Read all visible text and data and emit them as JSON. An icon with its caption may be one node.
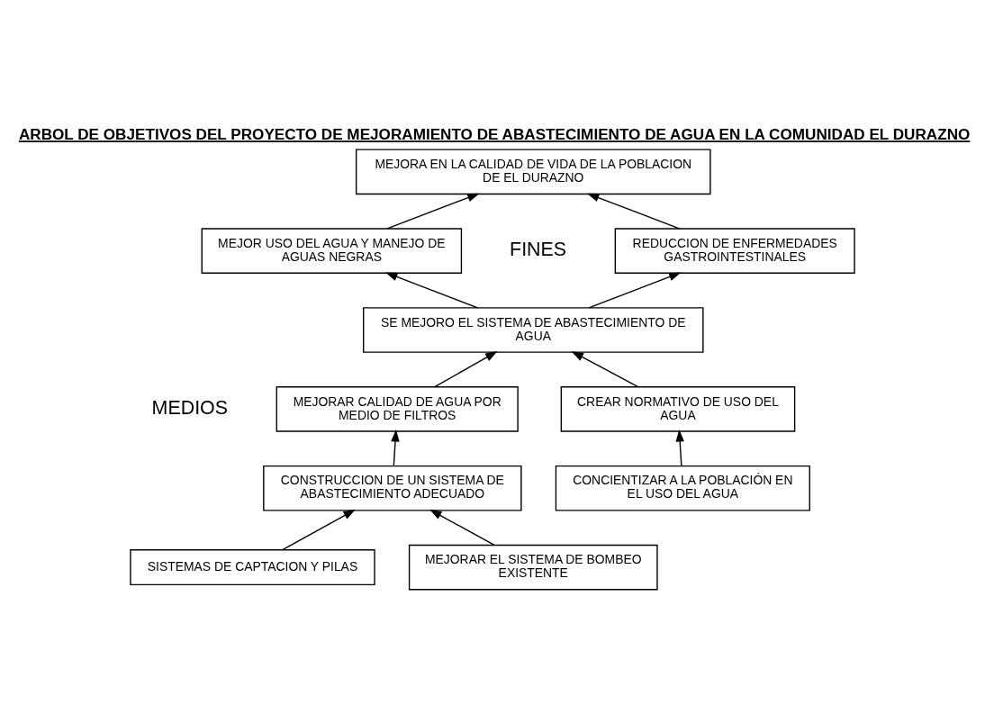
{
  "diagram": {
    "title": "ARBOL DE OBJETIVOS DEL PROYECTO DE MEJORAMIENTO DE ABASTECIMIENTO DE AGUA EN LA COMUNIDAD EL DURAZNO",
    "nodes": [
      {
        "text": [
          "MEJORA EN LA CALIDAD DE VIDA DE LA POBLACION DE EL DURAZNO"
        ]
      },
      {
        "text": [
          "REDUCCION DE ENFERMEDADES GASTROINTESTINALES"
        ]
      },
      {
        "text": [
          "MEJOR USO DEL AGUA Y MANEJO DE AGUAS NEGRAS"
        ]
      },
      {
        "text": [
          "SE MEJORO EL SISTEMA DE ABASTECIMIENTO DE AGUA"
        ]
      },
      {
        "text": [
          "MEJORAR CALIDAD DE AGUA POR MEDIO DE FILTROS"
        ]
      },
      {
        "text": [
          "CREAR NORMATIVO DE USO DEL AGUA"
        ]
      },
      {
        "text": [
          "CONSTRUCCION DE UN SISTEMA DE ABASTECIMIENTO ADECUADO"
        ]
      },
      {
        "text": [
          "CONCIENTIZAR A LA POBLACIÓN EN EL USO DEL AGUA"
        ]
      },
      {
        "text": [
          "SISTEMAS DE CAPTACION Y PILAS"
        ]
      },
      {
        "text": [
          "MEJORAR EL SISTEMA DE BOMBEO EXISTENTE"
        ]
      }
    ],
    "edges": [
      {
        "from": 1,
        "to": 0,
        "arrow": "to"
      },
      {
        "from": 2,
        "to": 0,
        "arrow": "to"
      },
      {
        "from": 3,
        "to": 1,
        "arrow": "to"
      },
      {
        "from": 3,
        "to": 2,
        "arrow": "to"
      },
      {
        "from": 4,
        "to": 3,
        "arrow": "to"
      },
      {
        "from": 5,
        "to": 3,
        "arrow": "to"
      },
      {
        "from": 6,
        "to": 4,
        "arrow": "to"
      },
      {
        "from": 7,
        "to": 5,
        "arrow": "to"
      },
      {
        "from": 8,
        "to": 6,
        "arrow": "to"
      },
      {
        "from": 9,
        "to": 6,
        "arrow": "to"
      }
    ],
    "labels": [
      "FINES",
      "MEDIOS"
    ]
  }
}
